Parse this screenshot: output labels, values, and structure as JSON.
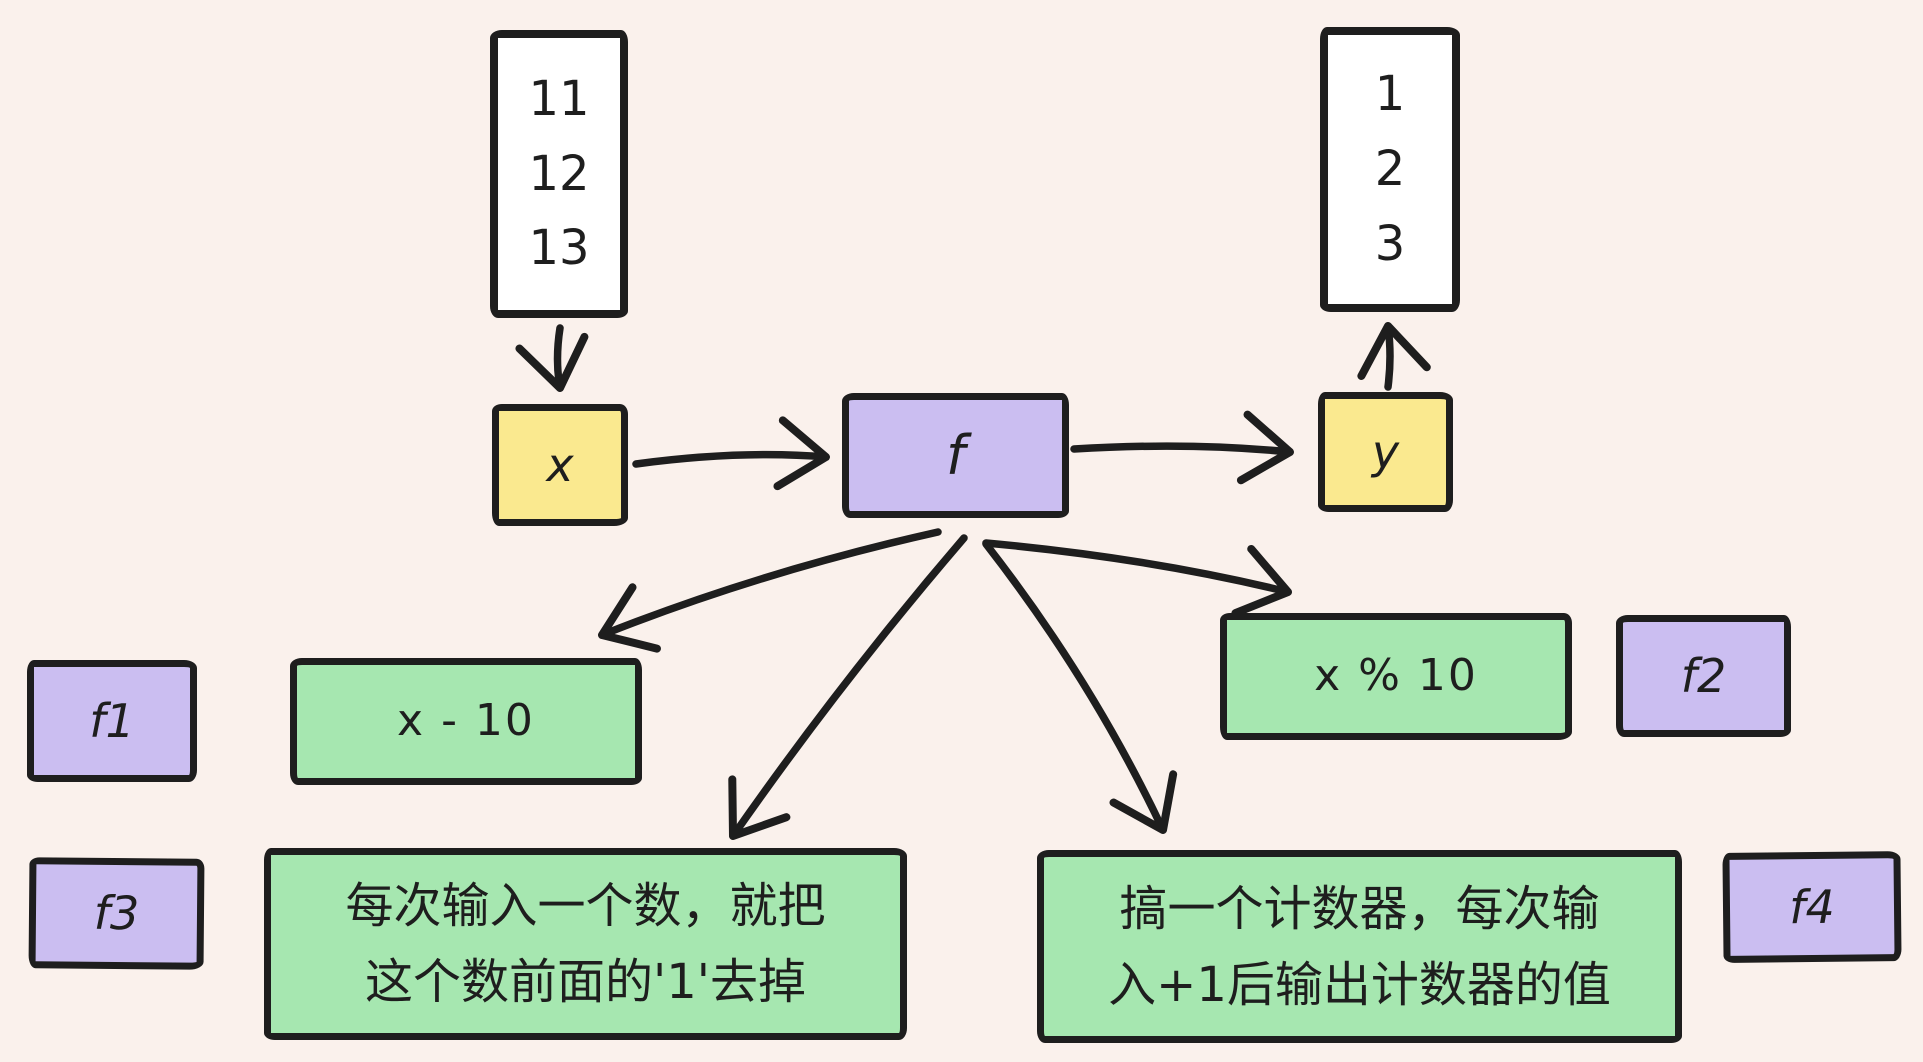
{
  "palette": {
    "bg": "#faf1ec",
    "ink": "#1e1e1e",
    "yellow": "#fae98f",
    "purple": "#cbbef1",
    "green": "#a6e7b0",
    "white": "#ffffff"
  },
  "nodes": {
    "input_set": {
      "values": [
        "11",
        "12",
        "13"
      ]
    },
    "output_set": {
      "values": [
        "1",
        "2",
        "3"
      ]
    },
    "x": {
      "label": "x"
    },
    "f": {
      "label": "f"
    },
    "y": {
      "label": "y"
    },
    "f1": {
      "label": "f1"
    },
    "f2": {
      "label": "f2"
    },
    "f3": {
      "label": "f3"
    },
    "f4": {
      "label": "f4"
    },
    "impl1": {
      "label": "x - 10"
    },
    "impl2": {
      "label": "x % 10"
    },
    "impl3": {
      "line1": "每次输入一个数，就把",
      "line2": "这个数前面的'1'去掉"
    },
    "impl4": {
      "line1": "搞一个计数器，每次输",
      "line2": "入+1后输出计数器的值"
    }
  }
}
